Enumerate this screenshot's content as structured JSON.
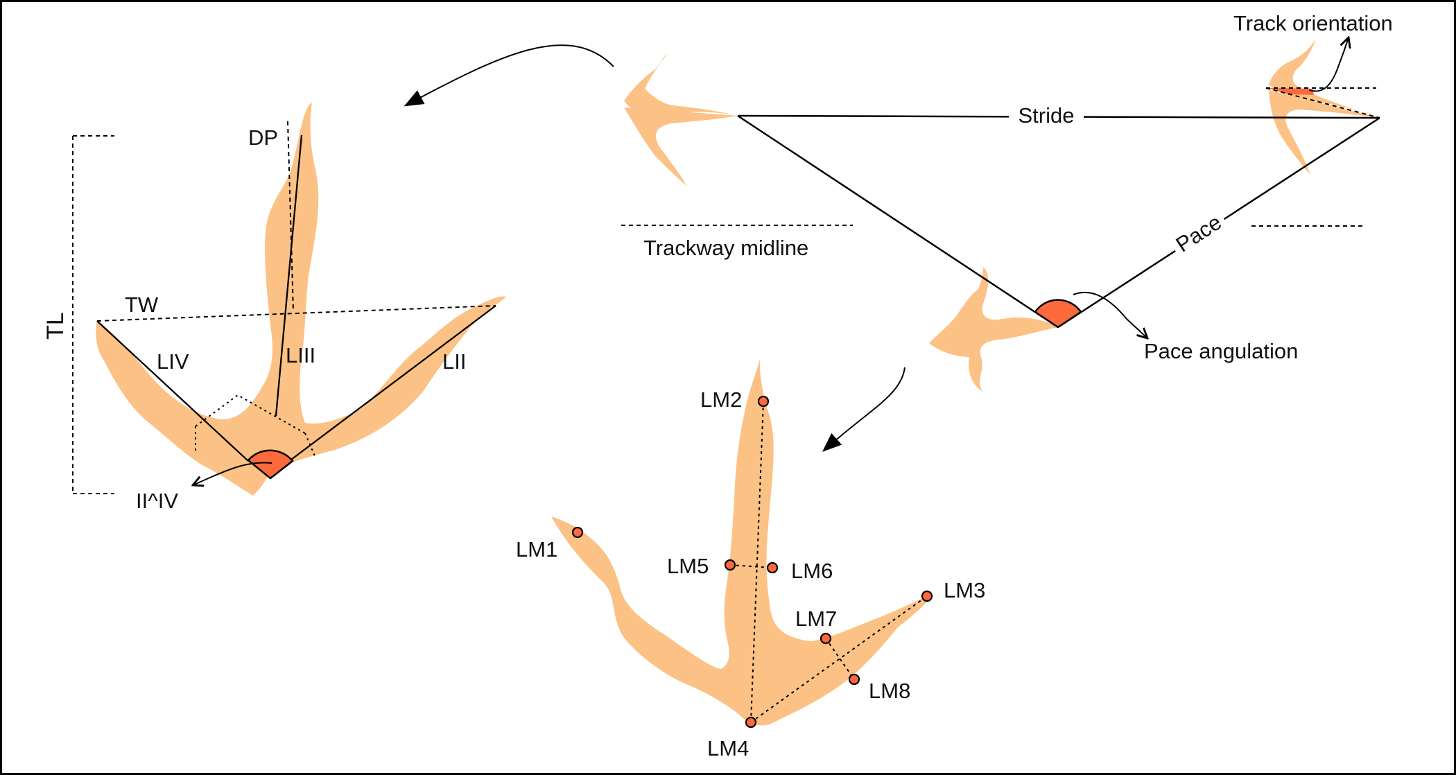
{
  "labels": {
    "track_orientation": "Track orientation",
    "stride": "Stride",
    "pace": "Pace",
    "pace_angulation": "Pace angulation",
    "trackway_midline": "Trackway midline",
    "dp": "DP",
    "tl": "TL",
    "tw": "TW",
    "liv": "LIV",
    "liii": "LIII",
    "lii": "LII",
    "ii_iv": "II^IV"
  },
  "landmarks": [
    "LM1",
    "LM2",
    "LM3",
    "LM4",
    "LM5",
    "LM6",
    "LM7",
    "LM8"
  ],
  "colors": {
    "track_fill": "#FCC185",
    "angle_fill": "#FC6A3C",
    "line": "#000000",
    "frame": "#000000"
  }
}
